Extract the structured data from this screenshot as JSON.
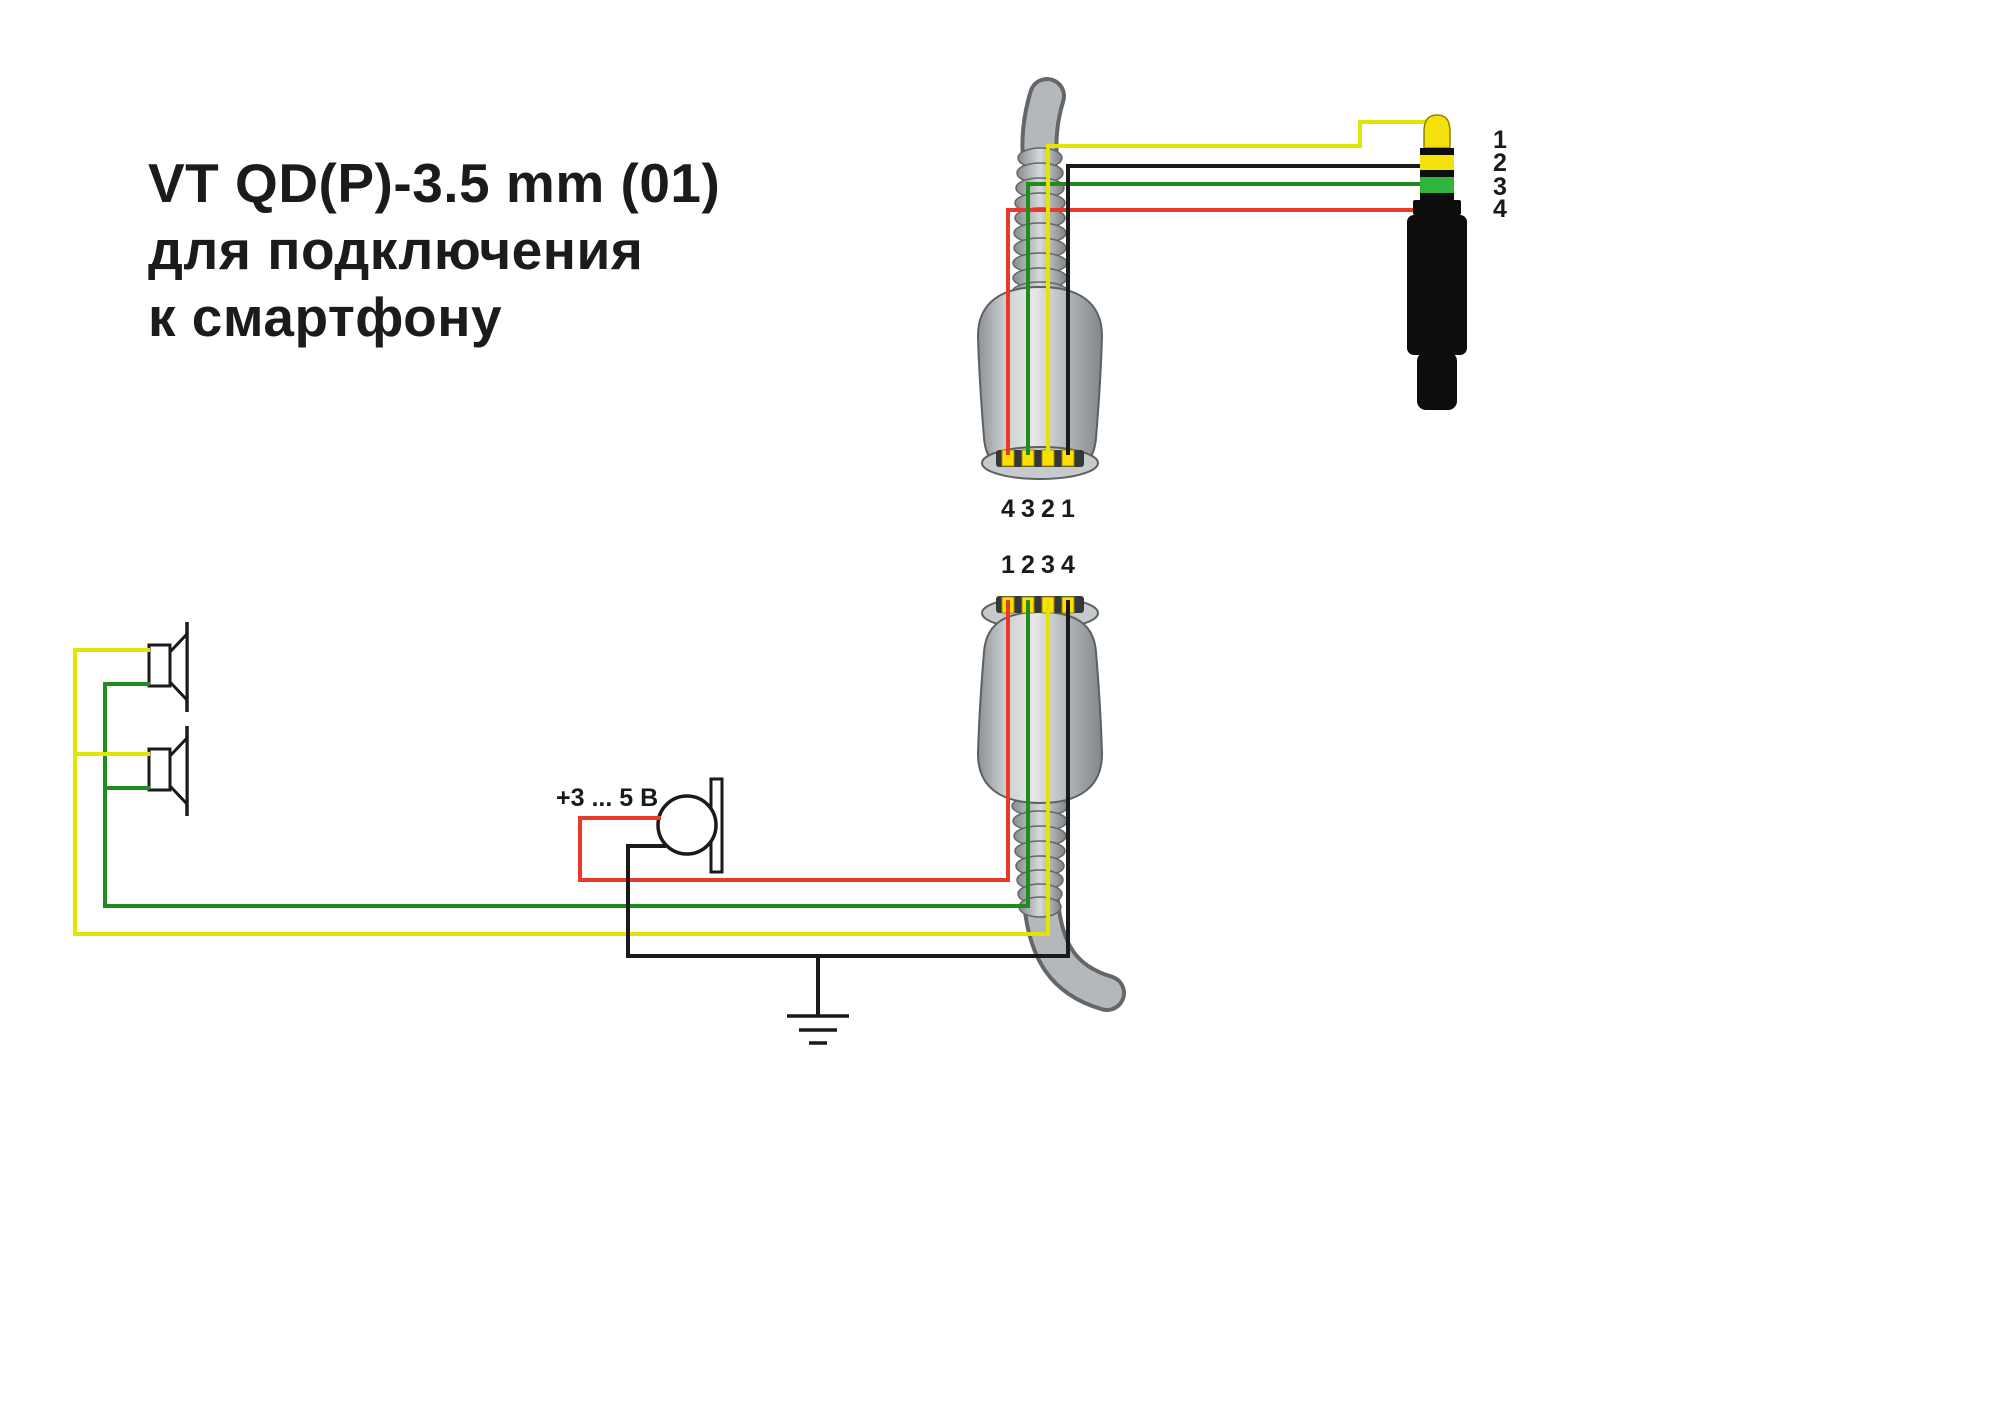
{
  "title": {
    "line1": "VT QD(P)-3.5 mm (01)",
    "line2": "для подключения",
    "line3": "к смартфону"
  },
  "mic": {
    "voltage_label": "+3 ... 5 В"
  },
  "jack": {
    "pin_labels": [
      "1",
      "2",
      "3",
      "4"
    ]
  },
  "qd_plug_top": {
    "pin_labels": [
      "4",
      "3",
      "2",
      "1"
    ]
  },
  "qd_plug_bottom": {
    "pin_labels": [
      "1",
      "2",
      "3",
      "4"
    ]
  },
  "colors": {
    "wire_yellow": "#e3e500",
    "wire_green": "#1f8c1f",
    "wire_red": "#e83a2c",
    "wire_black": "#1a1a1a",
    "jack_tip_yellow": "#f2e10a",
    "jack_band_yellow": "#f2e10a",
    "jack_band_green": "#2eb53a",
    "jack_black": "#0d0d0d",
    "contact_gold": "#ffdf00"
  },
  "wiring": [
    {
      "wire": "yellow",
      "jack_pin": "1",
      "connects": "both speakers"
    },
    {
      "wire": "black",
      "jack_pin": "2",
      "connects": "microphone + ground symbol"
    },
    {
      "wire": "green",
      "jack_pin": "3",
      "connects": "both speakers"
    },
    {
      "wire": "red",
      "jack_pin": "4",
      "connects": "microphone (+3...5 V)"
    }
  ]
}
